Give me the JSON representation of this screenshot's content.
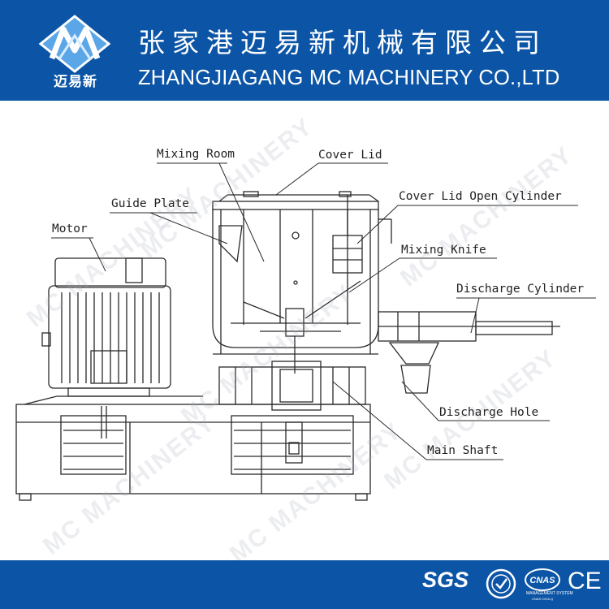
{
  "header": {
    "logo_text": "迈易新",
    "title_cn": "张家港迈易新机械有限公司",
    "title_en": "ZHANGJIAGANG MC MACHINERY CO.,LTD"
  },
  "labels": {
    "mixing_room": "Mixing Room",
    "cover_lid": "Cover Lid",
    "guide_plate": "Guide Plate",
    "cover_lid_open_cylinder": "Cover Lid Open Cylinder",
    "motor": "Motor",
    "mixing_knife": "Mixing Knife",
    "discharge_cylinder": "Discharge Cylinder",
    "discharge_hole": "Discharge Hole",
    "main_shaft": "Main Shaft"
  },
  "watermark_text": "MC MACHINERY",
  "footer": {
    "sgs": "SGS",
    "cnas": "CNAS",
    "cnas_sub": "MANAGEMENT SYSTEM",
    "cnas_code": "CNAS C016-Q",
    "ce": "CE"
  },
  "colors": {
    "brand_blue": "#0c55a6",
    "line": "#2a2a2a"
  }
}
